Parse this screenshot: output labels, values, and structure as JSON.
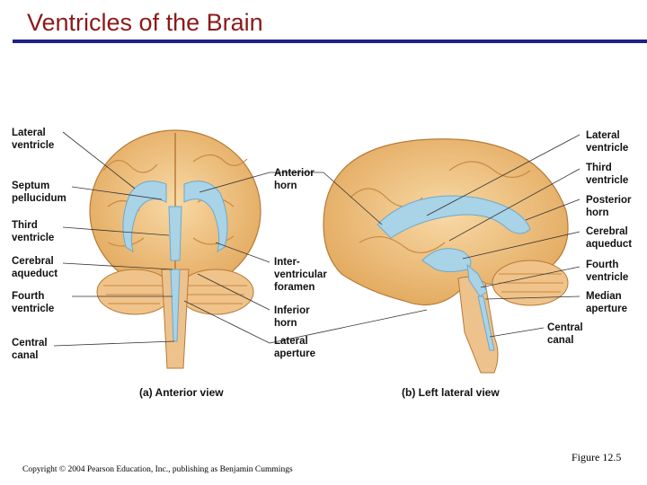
{
  "slide": {
    "title": "Ventricles of the Brain",
    "figure_number": "Figure 12.5",
    "copyright": "Copyright © 2004 Pearson Education, Inc., publishing as Benjamin Cummings"
  },
  "anterior_view": {
    "caption": "(a) Anterior view",
    "left_labels": [
      "Lateral\nventricle",
      "Septum\npellucidum",
      "Third\nventricle",
      "Cerebral\naqueduct",
      "Fourth\nventricle",
      "Central\ncanal"
    ],
    "right_labels": [
      "Anterior\nhorn",
      "Inter-\nventricular\nforamen",
      "Inferior\nhorn",
      "Lateral\naperture"
    ]
  },
  "lateral_view": {
    "caption": "(b) Left lateral view",
    "right_labels": [
      "Lateral\nventricle",
      "Third\nventricle",
      "Posterior\nhorn",
      "Cerebral\naqueduct",
      "Fourth\nventricle",
      "Median\naperture"
    ],
    "bottom_label": "Central\ncanal"
  },
  "colors": {
    "title": "#8b1a1a",
    "rule": "#20208a",
    "brain": "#f3c78a",
    "ventricle": "#a9d3e6"
  }
}
